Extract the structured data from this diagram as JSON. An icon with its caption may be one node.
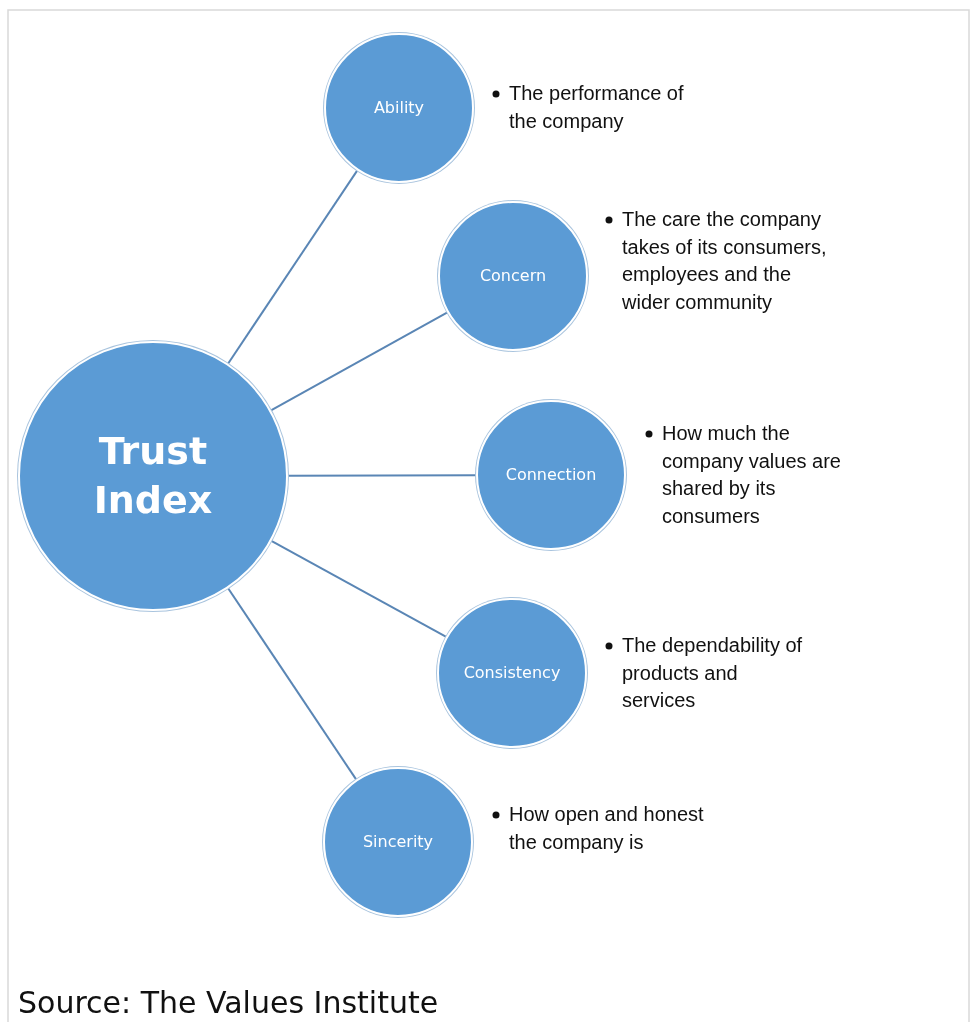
{
  "diagram": {
    "caption": "Source: The Values Institute",
    "nodes": [
      {
        "text": [
          "Trust Index"
        ]
      },
      {
        "text": [
          "Ability"
        ],
        "beside": [
          "The performance of the company"
        ]
      },
      {
        "text": [
          "Concern"
        ],
        "beside": [
          "The care the company takes of its consumers, employees and the wider community"
        ]
      },
      {
        "text": [
          "Connection"
        ],
        "beside": [
          "How much the company values are shared by its consumers"
        ]
      },
      {
        "text": [
          "Consistency"
        ],
        "beside": [
          "The dependability of products and services"
        ]
      },
      {
        "text": [
          "Sincerity"
        ],
        "beside": [
          "How open and honest the company is"
        ]
      }
    ],
    "edges": [
      {
        "from": 0,
        "to": 1,
        "arrow": "none"
      },
      {
        "from": 0,
        "to": 2,
        "arrow": "none"
      },
      {
        "from": 0,
        "to": 3,
        "arrow": "none"
      },
      {
        "from": 0,
        "to": 4,
        "arrow": "none"
      },
      {
        "from": 0,
        "to": 5,
        "arrow": "none"
      }
    ]
  }
}
